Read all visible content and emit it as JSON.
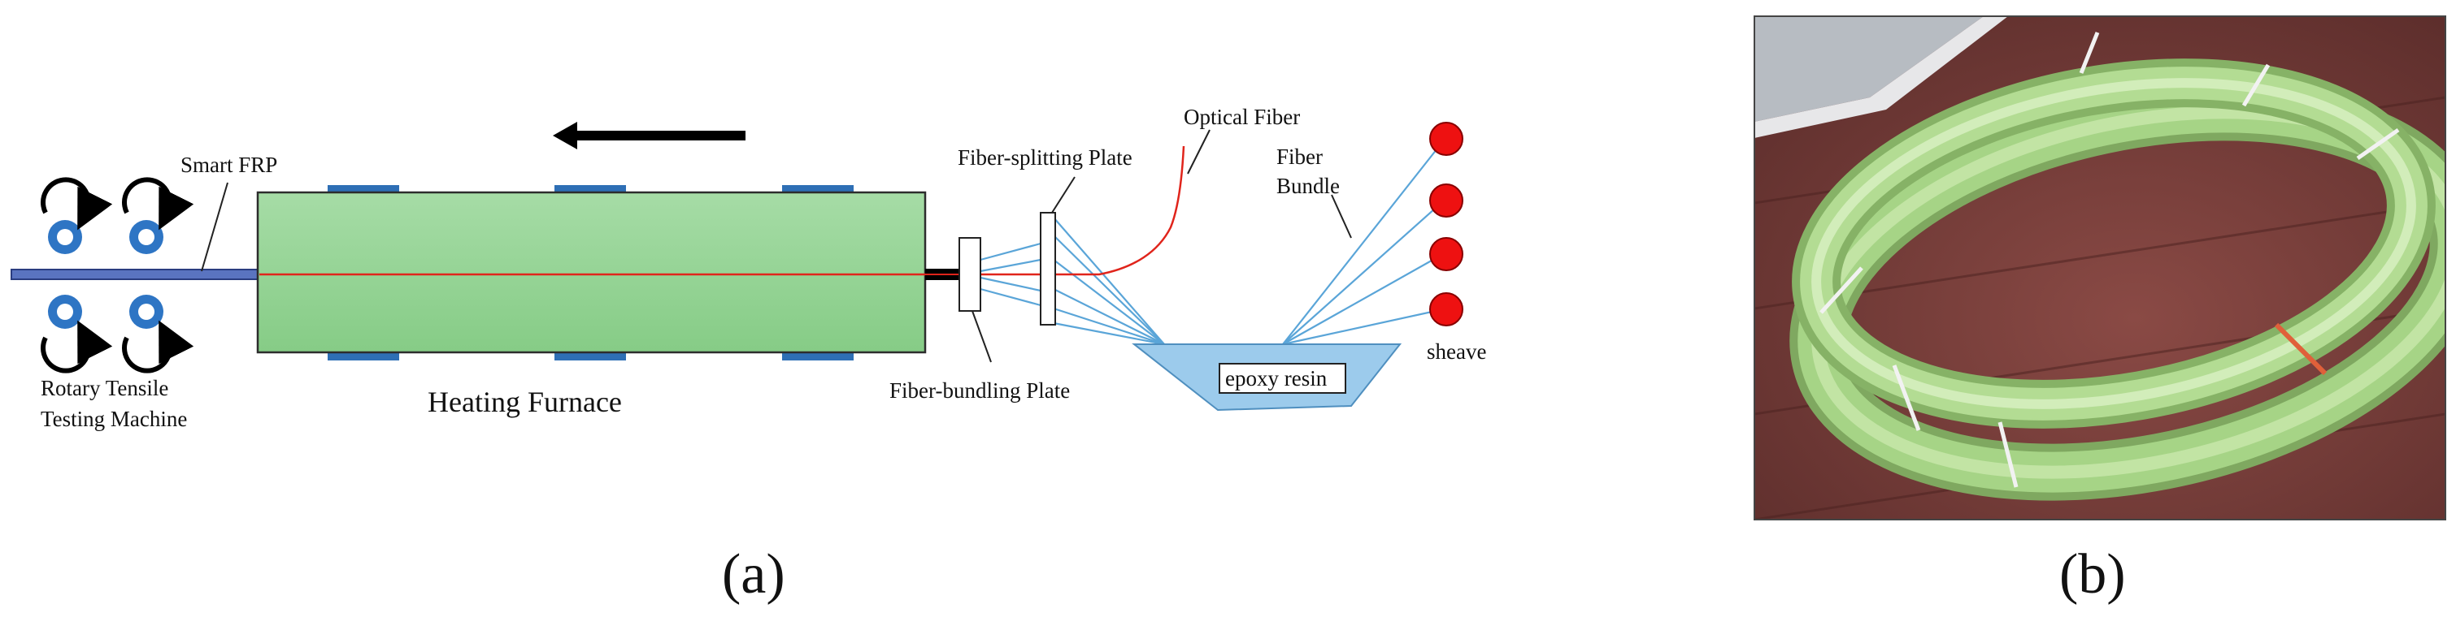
{
  "panel_a": {
    "caption": "(a)",
    "labels": {
      "smart_frp": "Smart FRP",
      "machine_line1": "Rotary Tensile",
      "machine_line2": "Testing Machine",
      "furnace": "Heating Furnace",
      "splitting_plate": "Fiber-splitting Plate",
      "bundling_plate": "Fiber-bundling Plate",
      "optical_fiber": "Optical Fiber",
      "fiber_bundle_line1": "Fiber",
      "fiber_bundle_line2": "Bundle",
      "resin": "epoxy resin",
      "sheave": "sheave"
    },
    "colors": {
      "furnace": "#8fd18f",
      "furnace_pads": "#2e6fb5",
      "rollers": "#2e75c4",
      "fiber_lines": "#5aa5d8",
      "optical_fiber": "#e0241b",
      "resin_tray": "#9ccbec",
      "sheaves": "#ee1111",
      "direction_arrow": "#000000"
    }
  },
  "panel_b": {
    "caption": "(b)",
    "photo_subject": "coiled green smart FRP bars on a wooden floor"
  }
}
